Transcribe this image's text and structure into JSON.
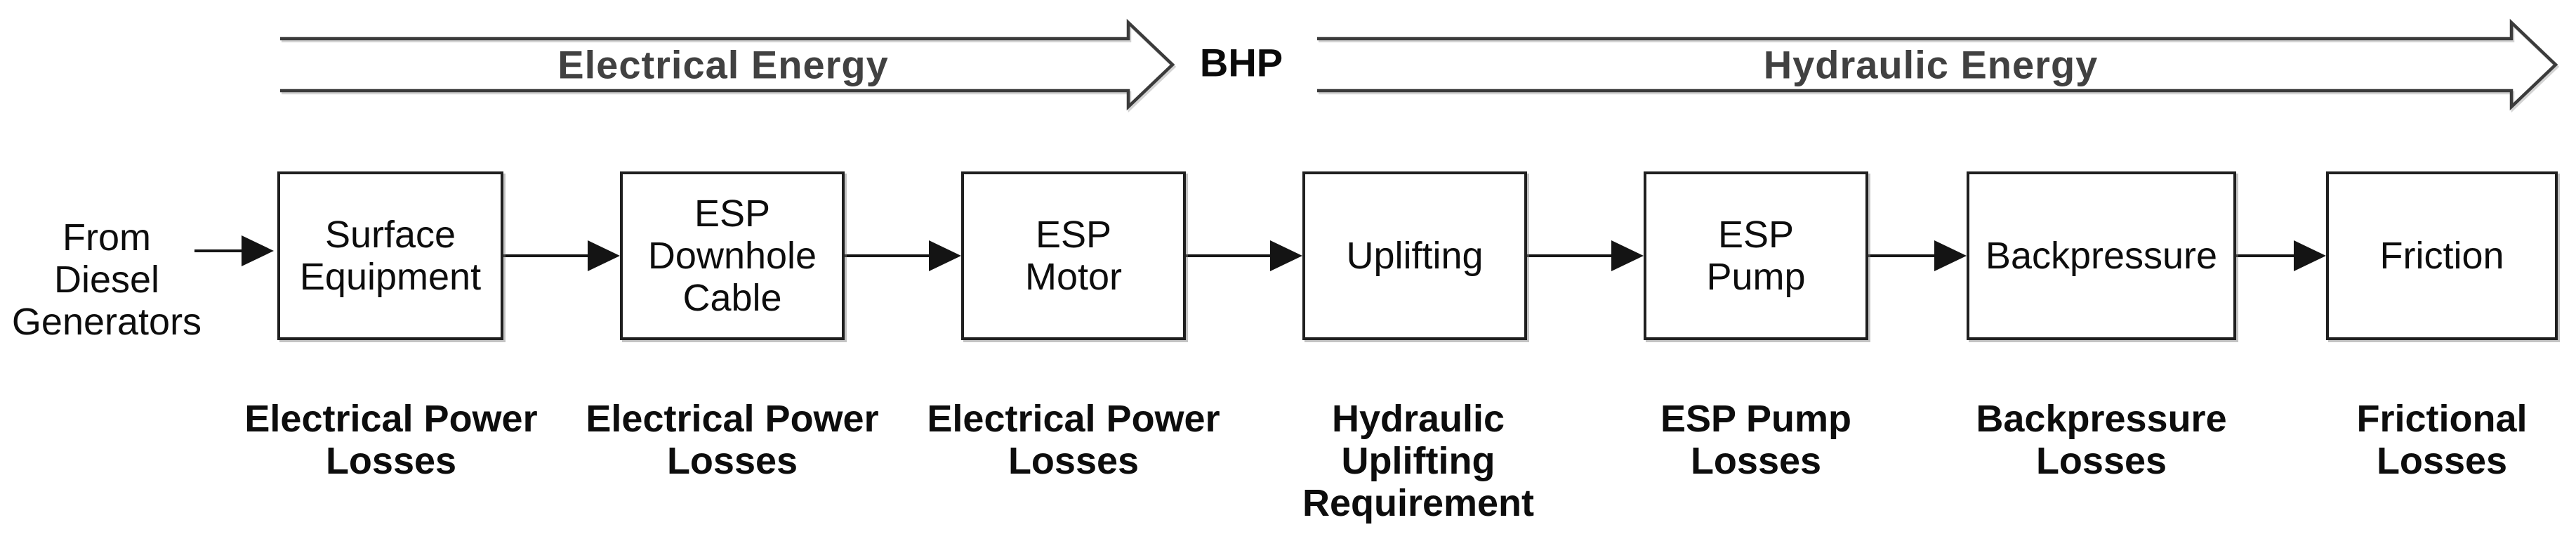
{
  "header": {
    "electrical_arrow_label": "Electrical Energy",
    "divider_label": "BHP",
    "hydraulic_arrow_label": "Hydraulic Energy"
  },
  "source_label": "From\nDiesel\nGenerators",
  "stages": [
    {
      "box": "Surface\nEquipment",
      "loss": "Electrical Power\nLosses"
    },
    {
      "box": "ESP\nDownhole\nCable",
      "loss": "Electrical Power\nLosses"
    },
    {
      "box": "ESP\nMotor",
      "loss": "Electrical Power\nLosses"
    },
    {
      "box": "Uplifting",
      "loss": "Hydraulic\nUplifting\nRequirement"
    },
    {
      "box": "ESP\nPump",
      "loss": "ESP Pump\nLosses"
    },
    {
      "box": "Backpressure",
      "loss": "Backpressure\nLosses"
    },
    {
      "box": "Friction",
      "loss": "Frictional\nLosses"
    }
  ],
  "colors": {
    "background": "#ffffff",
    "arrow_outline": "#3b3b3b",
    "header_text": "#414141",
    "text": "#0d0d0d",
    "box_border": "#1f1f1f",
    "connector": "#141414"
  }
}
